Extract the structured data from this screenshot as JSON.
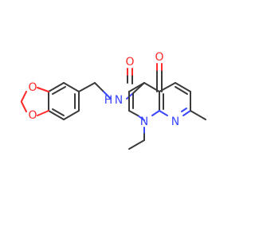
{
  "molecule": {
    "atoms": {
      "o_ketone": "O",
      "o_amide": "O",
      "n_amide": "N",
      "h_amide": "H",
      "n_ring1": "N",
      "n_ring8": "N",
      "o_dioxole_top": "O",
      "o_dioxole_bottom": "O"
    },
    "colors": {
      "carbon_bond": "#3a3a3a",
      "oxygen": "#ff2a2a",
      "nitrogen": "#3b46ff"
    }
  }
}
